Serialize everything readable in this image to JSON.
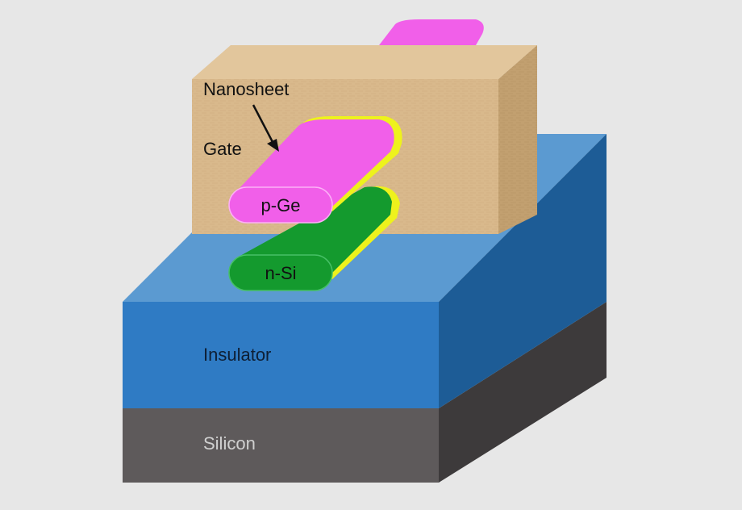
{
  "labels": {
    "nanosheet": "Nanosheet",
    "gate": "Gate",
    "p_ge": "p-Ge",
    "n_si": "n-Si",
    "insulator": "Insulator",
    "silicon": "Silicon"
  },
  "colors": {
    "background": "#e7e7e7",
    "gate_wood": "#d9b98c",
    "gate_side": "#c2a070",
    "insulator_front": "#2f7bc4",
    "insulator_top": "#5b9ad1",
    "insulator_side": "#1d5c96",
    "silicon_front": "#5e5a5b",
    "silicon_side": "#3d3a3b",
    "p_ge": "#f15fe9",
    "n_si": "#149a2e",
    "liner": "#eef21c"
  }
}
